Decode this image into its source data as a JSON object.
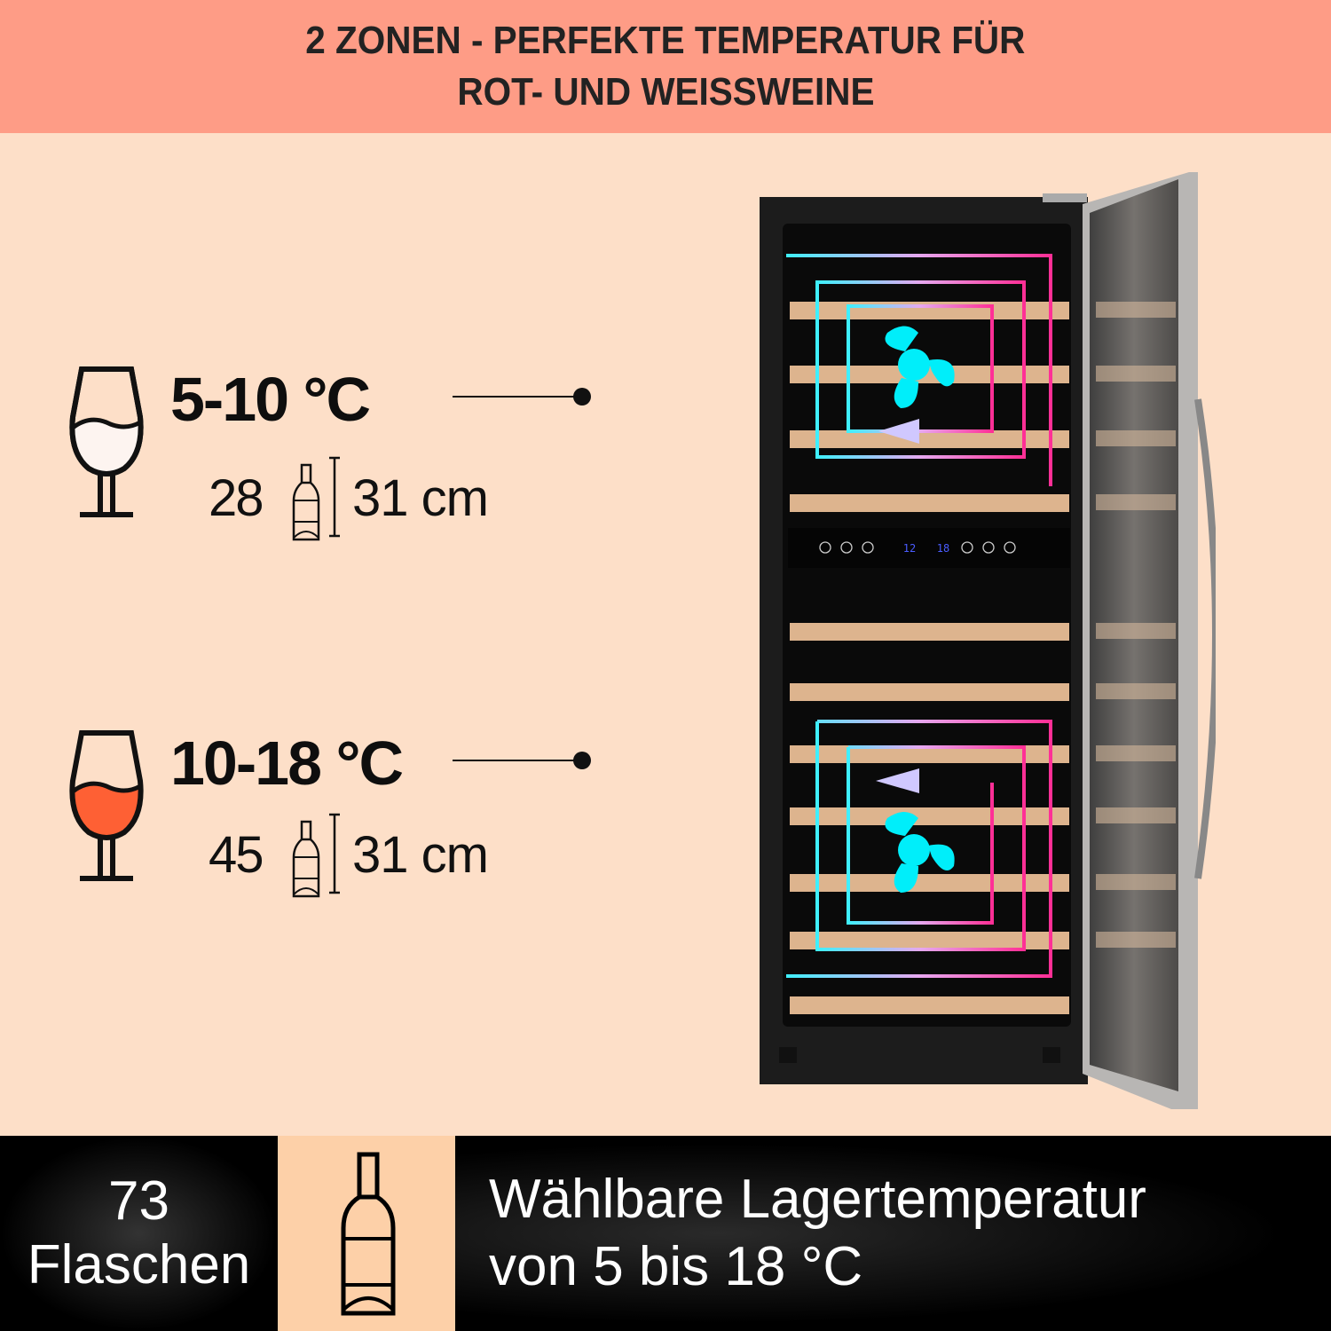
{
  "header": {
    "line1": "2 Zonen - Perfekte Temperatur für",
    "line2": "Rot- und Weißweine"
  },
  "zones": [
    {
      "name": "white-wine-zone",
      "glass_fill_color": "#fdf4f0",
      "temperature": "5-10 °C",
      "bottle_count": "28",
      "bottle_height": "31 cm"
    },
    {
      "name": "red-wine-zone",
      "glass_fill_color": "#fe6034",
      "temperature": "10-18 °C",
      "bottle_count": "45",
      "bottle_height": "31 cm"
    }
  ],
  "control_panel": {
    "left_display": "12",
    "right_display": "18",
    "buttons_left": [
      "light-icon",
      "up-arrow-icon",
      "down-arrow-icon"
    ],
    "buttons_right": [
      "up-arrow-icon",
      "down-arrow-icon",
      "power-icon"
    ]
  },
  "footer": {
    "capacity_number": "73",
    "capacity_label": "Flaschen",
    "description_line1": "Wählbare Lagertemperatur",
    "description_line2": "von 5 bis 18 °C"
  },
  "colors": {
    "header_bg": "#fe9c86",
    "page_bg": "#fddfc8",
    "footer_bg": "#000000",
    "footer_icon_bg": "#fdd0a8",
    "airflow_cyan": "#3ef0ff",
    "airflow_pink": "#ff3fa0",
    "fan_color": "#00eefa"
  }
}
